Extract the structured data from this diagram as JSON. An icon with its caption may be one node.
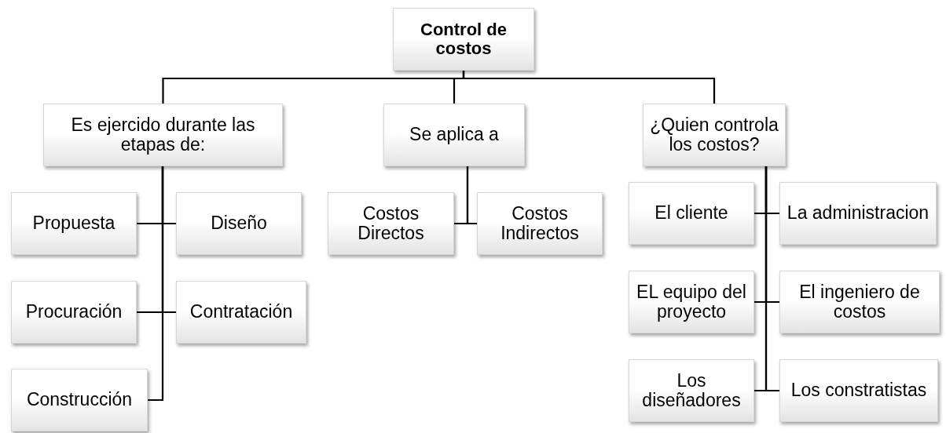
{
  "diagram": {
    "nodes": [
      {
        "text": [
          "Control de costos"
        ]
      },
      {
        "text": [
          "Es ejercido durante las etapas de:"
        ]
      },
      {
        "text": [
          "Se aplica a"
        ]
      },
      {
        "text": [
          "¿Quien controla los costos?"
        ]
      },
      {
        "text": [
          "Propuesta"
        ]
      },
      {
        "text": [
          "Diseño"
        ]
      },
      {
        "text": [
          "Procuración"
        ]
      },
      {
        "text": [
          "Contratación"
        ]
      },
      {
        "text": [
          "Construcción"
        ]
      },
      {
        "text": [
          "Costos Directos"
        ]
      },
      {
        "text": [
          "Costos Indirectos"
        ]
      },
      {
        "text": [
          "El cliente"
        ]
      },
      {
        "text": [
          "La administracion"
        ]
      },
      {
        "text": [
          "EL equipo del proyecto"
        ]
      },
      {
        "text": [
          "El ingeniero de costos"
        ]
      },
      {
        "text": [
          "Los diseñadores"
        ]
      },
      {
        "text": [
          "Los constratistas"
        ]
      }
    ],
    "edges": [
      {
        "from": 0,
        "to": 1,
        "arrow": "none"
      },
      {
        "from": 0,
        "to": 2,
        "arrow": "none"
      },
      {
        "from": 0,
        "to": 3,
        "arrow": "none"
      },
      {
        "from": 1,
        "to": 4,
        "arrow": "none"
      },
      {
        "from": 1,
        "to": 5,
        "arrow": "none"
      },
      {
        "from": 1,
        "to": 6,
        "arrow": "none"
      },
      {
        "from": 1,
        "to": 7,
        "arrow": "none"
      },
      {
        "from": 1,
        "to": 8,
        "arrow": "none"
      },
      {
        "from": 2,
        "to": 9,
        "arrow": "none"
      },
      {
        "from": 2,
        "to": 10,
        "arrow": "none"
      },
      {
        "from": 3,
        "to": 11,
        "arrow": "none"
      },
      {
        "from": 3,
        "to": 12,
        "arrow": "none"
      },
      {
        "from": 3,
        "to": 13,
        "arrow": "none"
      },
      {
        "from": 3,
        "to": 14,
        "arrow": "none"
      },
      {
        "from": 3,
        "to": 15,
        "arrow": "none"
      },
      {
        "from": 3,
        "to": 16,
        "arrow": "none"
      }
    ]
  }
}
